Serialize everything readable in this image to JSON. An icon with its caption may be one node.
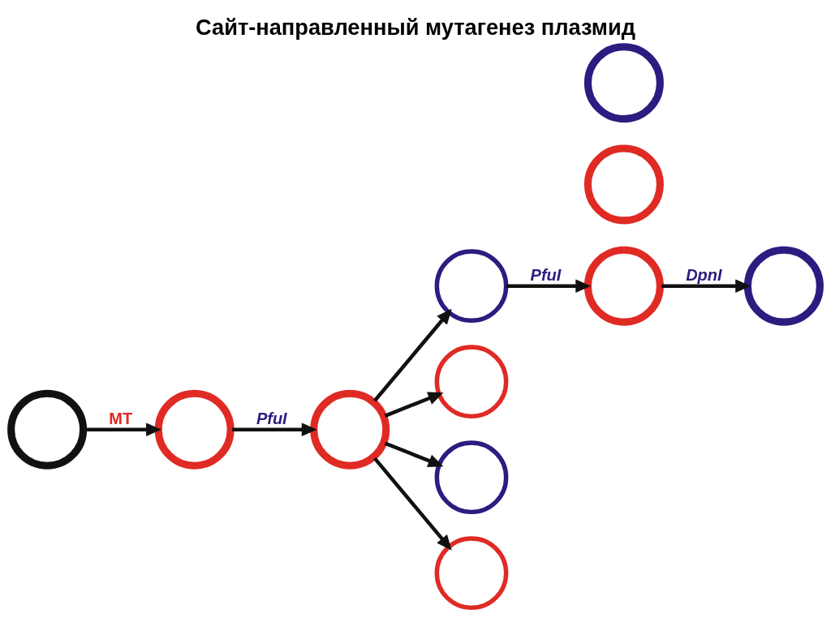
{
  "diagram": {
    "title": "Сайт-направленный мутагенез плазмид",
    "nodes": [
      {
        "text": [],
        "shape": "circle"
      },
      {
        "text": [],
        "shape": "circle"
      },
      {
        "text": [],
        "shape": "circle"
      },
      {
        "text": [],
        "shape": "circle"
      },
      {
        "text": [],
        "shape": "circle"
      },
      {
        "text": [],
        "shape": "circle"
      },
      {
        "text": [],
        "shape": "circle"
      },
      {
        "text": [],
        "shape": "circle"
      },
      {
        "text": [],
        "shape": "circle"
      },
      {
        "text": [],
        "shape": "circle"
      },
      {
        "text": [],
        "shape": "circle"
      }
    ],
    "edges": [
      {
        "from": 0,
        "to": 1,
        "arrow": "to",
        "label": "MT"
      },
      {
        "from": 1,
        "to": 2,
        "arrow": "to",
        "label": "PfuI"
      },
      {
        "from": 2,
        "to": 3,
        "arrow": "to"
      },
      {
        "from": 2,
        "to": 4,
        "arrow": "to"
      },
      {
        "from": 2,
        "to": 5,
        "arrow": "to"
      },
      {
        "from": 2,
        "to": 6,
        "arrow": "to"
      },
      {
        "from": 3,
        "to": 8,
        "arrow": "to",
        "label": "PfuI"
      },
      {
        "from": 8,
        "to": 10,
        "arrow": "to",
        "label": "DpnI"
      }
    ]
  }
}
